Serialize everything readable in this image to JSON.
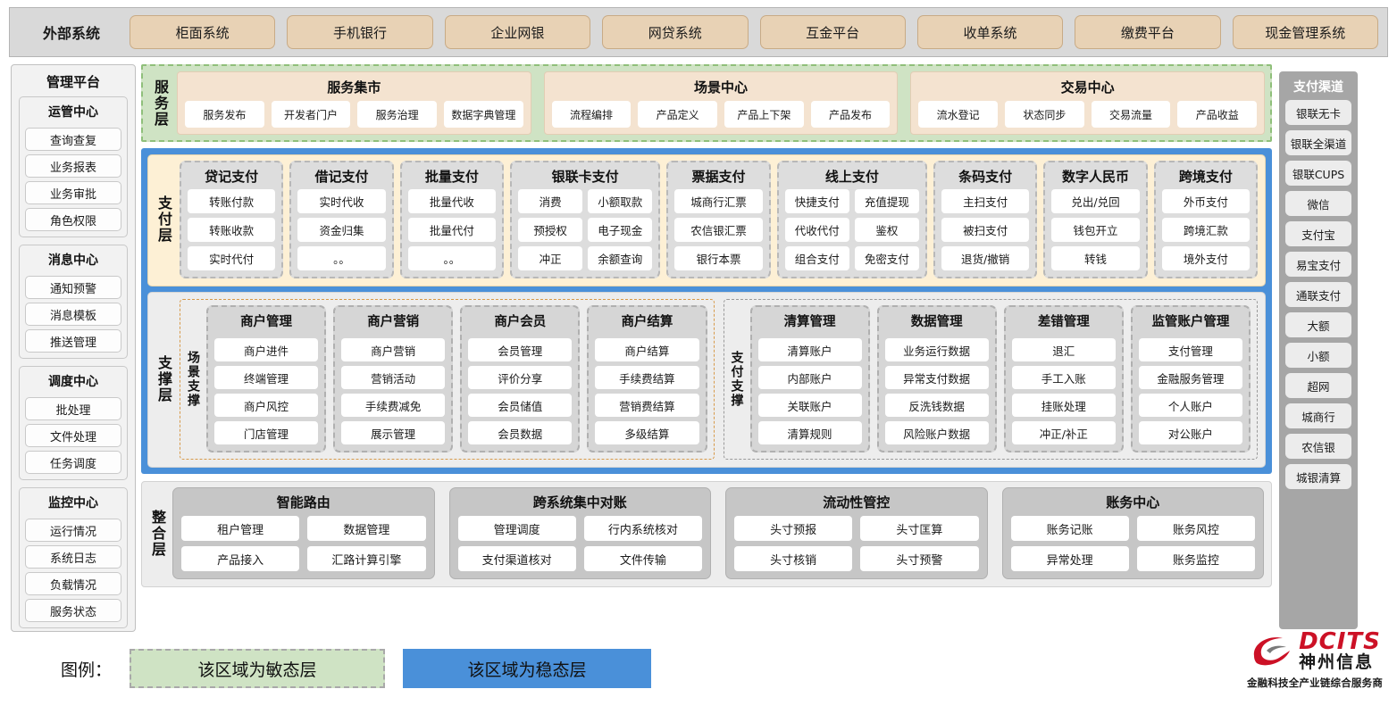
{
  "external": {
    "title": "外部系统",
    "items": [
      "柜面系统",
      "手机银行",
      "企业网银",
      "网贷系统",
      "互金平台",
      "收单系统",
      "缴费平台",
      "现金管理系统"
    ]
  },
  "left_panel": {
    "title": "管理平台",
    "groups": [
      {
        "title": "运管中心",
        "items": [
          "查询查复",
          "业务报表",
          "业务审批",
          "角色权限"
        ]
      },
      {
        "title": "消息中心",
        "items": [
          "通知预警",
          "消息模板",
          "推送管理"
        ]
      },
      {
        "title": "调度中心",
        "items": [
          "批处理",
          "文件处理",
          "任务调度"
        ]
      },
      {
        "title": "监控中心",
        "items": [
          "运行情况",
          "系统日志",
          "负载情况",
          "服务状态"
        ]
      }
    ]
  },
  "right_panel": {
    "title": "支付渠道",
    "items": [
      "银联无卡",
      "银联全渠道",
      "银联CUPS",
      "微信",
      "支付宝",
      "易宝支付",
      "通联支付",
      "大额",
      "小额",
      "超网",
      "城商行",
      "农信银",
      "城银清算"
    ]
  },
  "service_layer": {
    "label": "服务层",
    "groups": [
      {
        "title": "服务集市",
        "items": [
          "服务发布",
          "开发者门户",
          "服务治理",
          "数据字典管理"
        ]
      },
      {
        "title": "场景中心",
        "items": [
          "流程编排",
          "产品定义",
          "产品上下架",
          "产品发布"
        ]
      },
      {
        "title": "交易中心",
        "items": [
          "流水登记",
          "状态同步",
          "交易流量",
          "产品收益"
        ]
      }
    ]
  },
  "payment_layer": {
    "label": "支付层",
    "columns": [
      {
        "title": "贷记支付",
        "cols": 1,
        "rows": [
          [
            "转账付款"
          ],
          [
            "转账收款"
          ],
          [
            "实时代付"
          ]
        ]
      },
      {
        "title": "借记支付",
        "cols": 1,
        "rows": [
          [
            "实时代收"
          ],
          [
            "资金归集"
          ],
          [
            "。。"
          ]
        ]
      },
      {
        "title": "批量支付",
        "cols": 1,
        "rows": [
          [
            "批量代收"
          ],
          [
            "批量代付"
          ],
          [
            "。。"
          ]
        ]
      },
      {
        "title": "银联卡支付",
        "cols": 2,
        "rows": [
          [
            "消费",
            "小额取款"
          ],
          [
            "预授权",
            "电子现金"
          ],
          [
            "冲正",
            "余额查询"
          ]
        ]
      },
      {
        "title": "票据支付",
        "cols": 1,
        "rows": [
          [
            "城商行汇票"
          ],
          [
            "农信银汇票"
          ],
          [
            "银行本票"
          ]
        ]
      },
      {
        "title": "线上支付",
        "cols": 2,
        "rows": [
          [
            "快捷支付",
            "充值提现"
          ],
          [
            "代收代付",
            "鉴权"
          ],
          [
            "组合支付",
            "免密支付"
          ]
        ]
      },
      {
        "title": "条码支付",
        "cols": 1,
        "rows": [
          [
            "主扫支付"
          ],
          [
            "被扫支付"
          ],
          [
            "退货/撤销"
          ]
        ]
      },
      {
        "title": "数字人民币",
        "cols": 1,
        "rows": [
          [
            "兑出/兑回"
          ],
          [
            "钱包开立"
          ],
          [
            "转钱"
          ]
        ]
      },
      {
        "title": "跨境支付",
        "cols": 1,
        "rows": [
          [
            "外币支付"
          ],
          [
            "跨境汇款"
          ],
          [
            "境外支付"
          ]
        ]
      }
    ]
  },
  "support_layer": {
    "label": "支撑层",
    "scene": {
      "label": "场景支撑",
      "columns": [
        {
          "title": "商户管理",
          "items": [
            "商户进件",
            "终端管理",
            "商户风控",
            "门店管理"
          ]
        },
        {
          "title": "商户营销",
          "items": [
            "商户营销",
            "营销活动",
            "手续费减免",
            "展示管理"
          ]
        },
        {
          "title": "商户会员",
          "items": [
            "会员管理",
            "评价分享",
            "会员储值",
            "会员数据"
          ]
        },
        {
          "title": "商户结算",
          "items": [
            "商户结算",
            "手续费结算",
            "营销费结算",
            "多级结算"
          ]
        }
      ]
    },
    "paysup": {
      "label": "支付支撑",
      "columns": [
        {
          "title": "清算管理",
          "items": [
            "清算账户",
            "内部账户",
            "关联账户",
            "清算规则"
          ]
        },
        {
          "title": "数据管理",
          "items": [
            "业务运行数据",
            "异常支付数据",
            "反洗钱数据",
            "风险账户数据"
          ]
        },
        {
          "title": "差错管理",
          "items": [
            "退汇",
            "手工入账",
            "挂账处理",
            "冲正/补正"
          ]
        },
        {
          "title": "监管账户管理",
          "items": [
            "支付管理",
            "金融服务管理",
            "个人账户",
            "对公账户"
          ]
        }
      ]
    }
  },
  "integration_layer": {
    "label": "整合层",
    "groups": [
      {
        "title": "智能路由",
        "rows": [
          [
            "租户管理",
            "数据管理"
          ],
          [
            "产品接入",
            "汇路计算引擎"
          ]
        ]
      },
      {
        "title": "跨系统集中对账",
        "rows": [
          [
            "管理调度",
            "行内系统核对"
          ],
          [
            "支付渠道核对",
            "文件传输"
          ]
        ]
      },
      {
        "title": "流动性管控",
        "rows": [
          [
            "头寸预报",
            "头寸匡算"
          ],
          [
            "头寸核销",
            "头寸预警"
          ]
        ]
      },
      {
        "title": "账务中心",
        "rows": [
          [
            "账务记账",
            "账务风控"
          ],
          [
            "异常处理",
            "账务监控"
          ]
        ]
      }
    ]
  },
  "legend": {
    "label": "图例：",
    "agile": "该区域为敏态层",
    "stable": "该区域为稳态层"
  },
  "logo": {
    "brand": "DCITS",
    "brand_cn": "神州信息",
    "tagline": "金融科技全产业链综合服务商",
    "brand_color": "#cc1126"
  }
}
